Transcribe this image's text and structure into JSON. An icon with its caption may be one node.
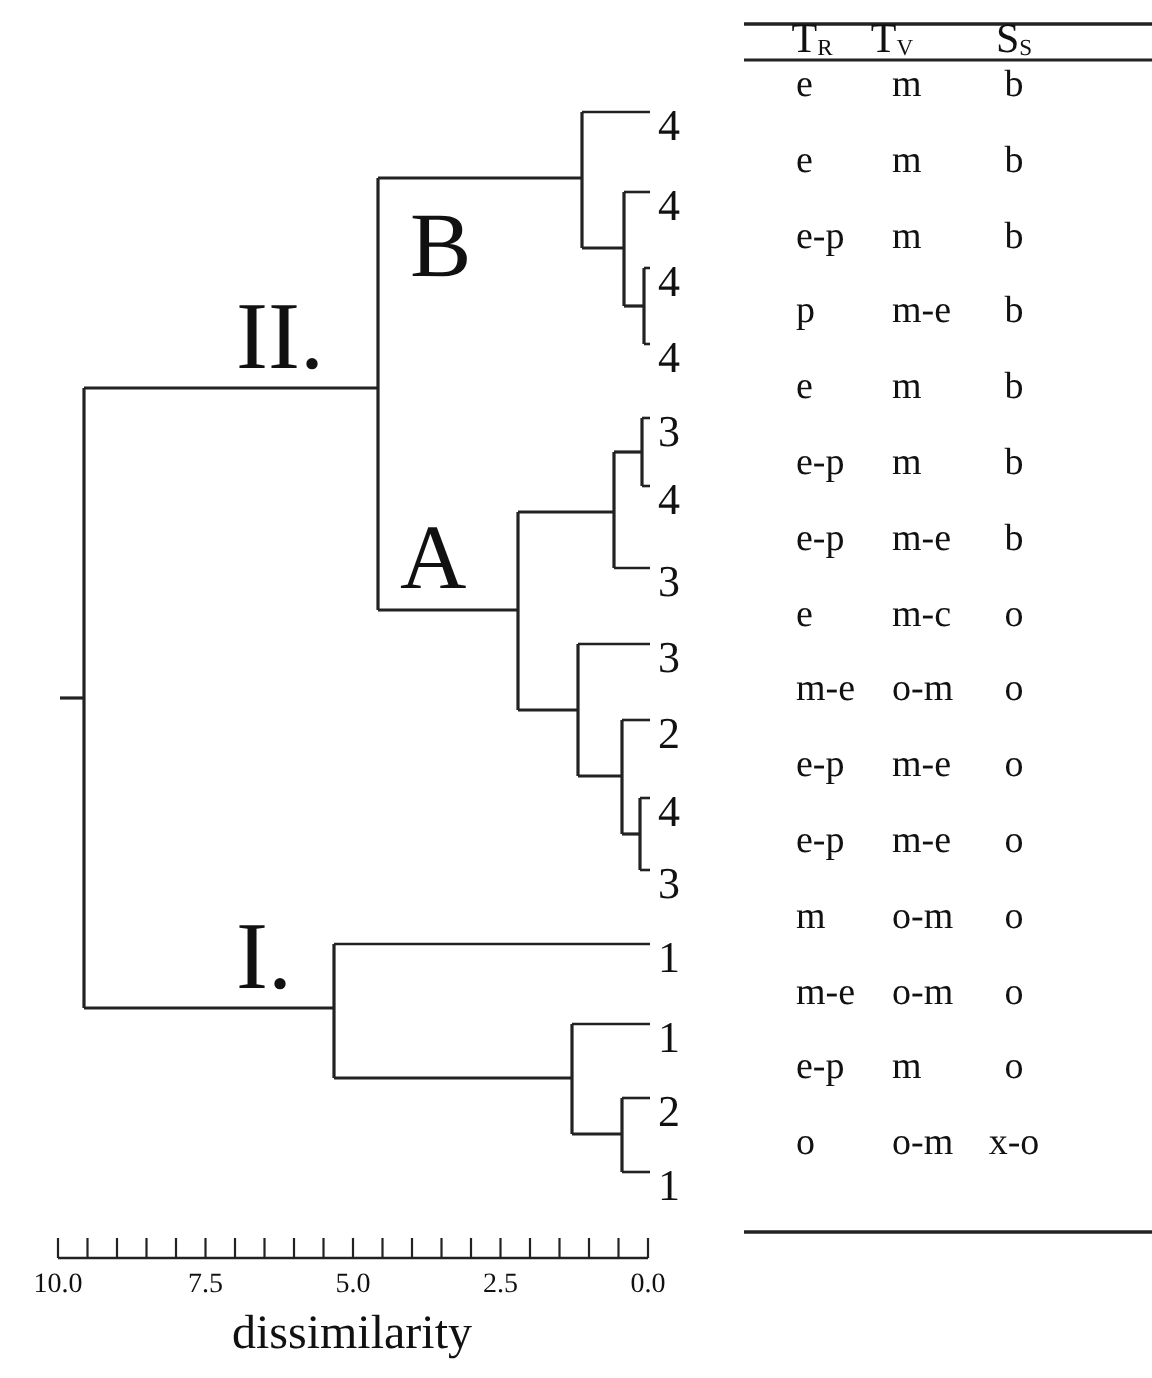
{
  "diagram": {
    "labels": [
      "4",
      "4",
      "4",
      "4",
      "3",
      "4",
      "3",
      "3",
      "2",
      "4",
      "3",
      "1",
      "1",
      "2",
      "1",
      "II.",
      "B",
      "A",
      "I.",
      "T$_{R}$",
      "T$_{V}$",
      "S$_{S}$",
      "e",
      "m",
      "b",
      "e",
      "m",
      "b",
      "e-p",
      "m",
      "b",
      "p",
      "m-e",
      "b",
      "e",
      "m",
      "b",
      "e-p",
      "m",
      "b",
      "e-p",
      "m-e",
      "b",
      "e",
      "m-c",
      "o",
      "m-e",
      "o-m",
      "o",
      "e-p",
      "m-e",
      "o",
      "e-p",
      "m-e",
      "o",
      "m",
      "o-m",
      "o",
      "m-e",
      "o-m",
      "o",
      "e-p",
      "m",
      "o",
      "o",
      "o-m",
      "x-o",
      "10.0",
      "7.5",
      "5.0",
      "2.5",
      "0.0",
      "dissimilarity"
    ]
  }
}
